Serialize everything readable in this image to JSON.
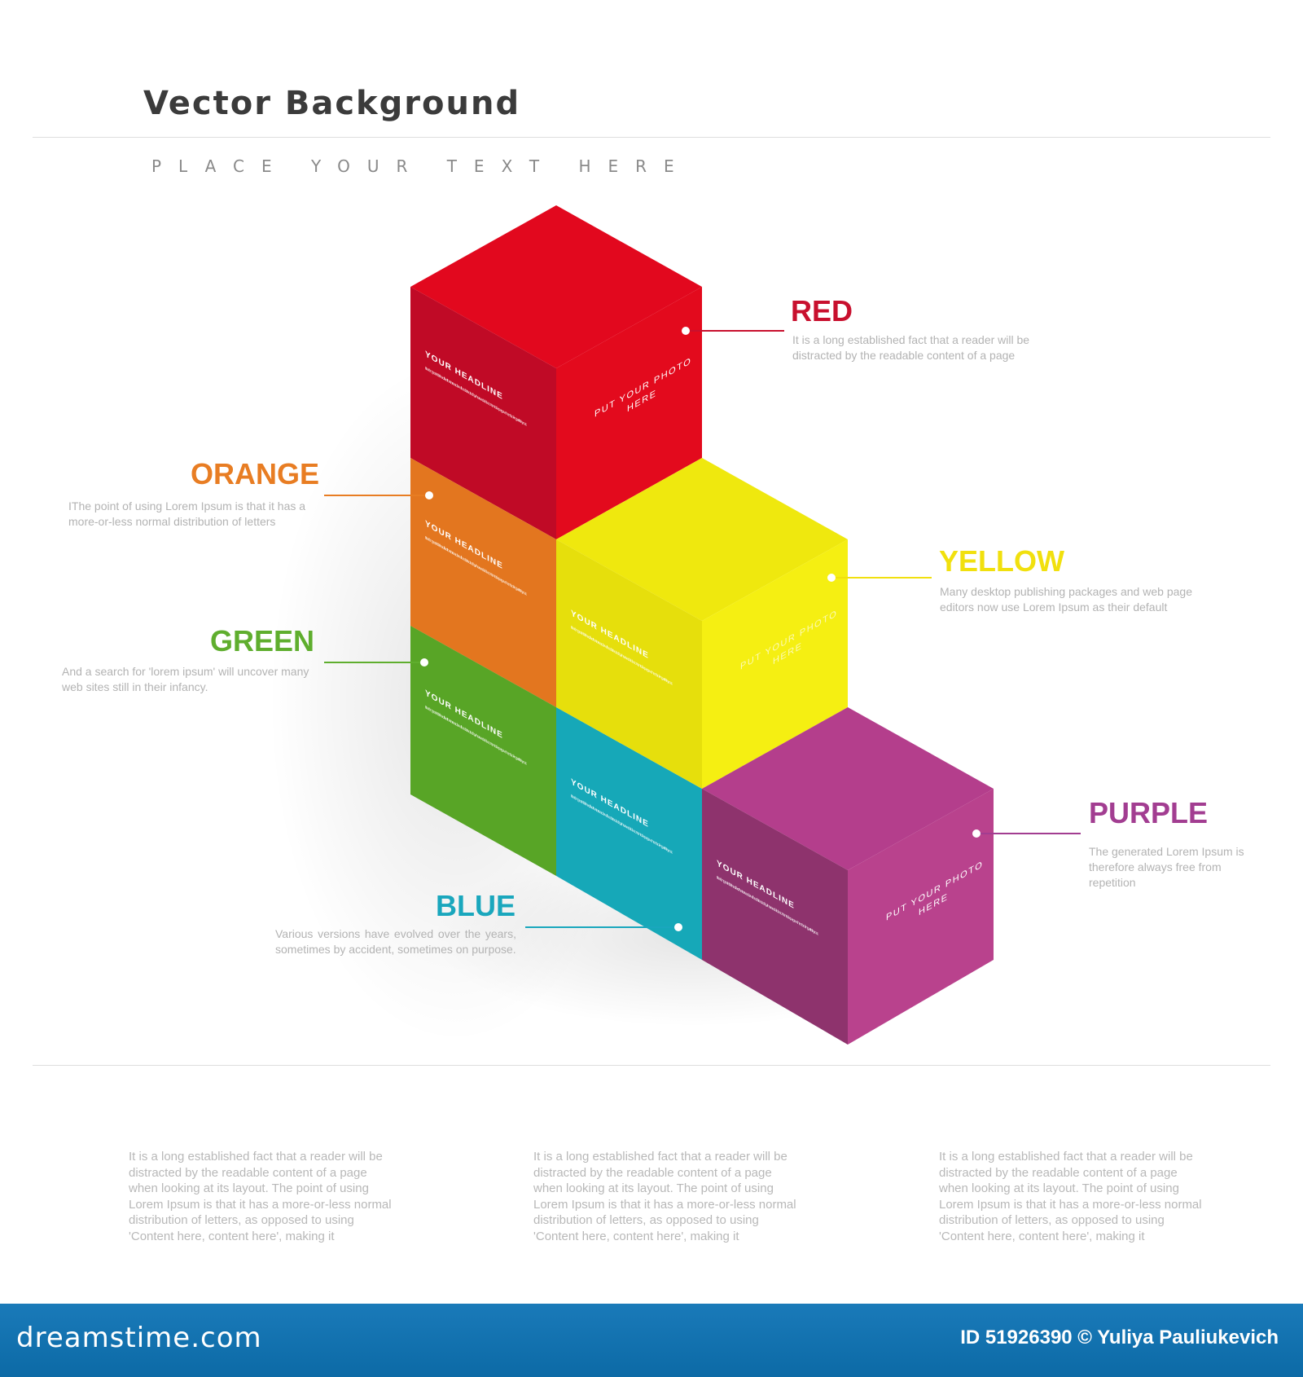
{
  "header": {
    "title": "Vector Background",
    "subtitle": "PLACE YOUR TEXT HERE"
  },
  "cube_face": {
    "headline": "YOUR HEADLINE",
    "body": "It is a long established fact that a reader will be distracted by the readable content of a page when looking at its layout.",
    "photo_line1": "PUT YOUR PHOTO",
    "photo_line2": "HERE"
  },
  "labels": {
    "red": {
      "name": "RED",
      "text": "It is a long established fact that a reader will be distracted by the readable content of a page",
      "color": "#c8102e"
    },
    "orange": {
      "name": "ORANGE",
      "text": "IThe point of using Lorem Ipsum is that it has a more-or-less normal distribution of letters",
      "color": "#e87d23"
    },
    "green": {
      "name": "GREEN",
      "text": "And a search for 'lorem ipsum' will uncover many web sites still in their infancy.",
      "color": "#5fae2e"
    },
    "yellow": {
      "name": "YELLOW",
      "text": "Many desktop publishing packages and web page editors now use Lorem Ipsum as their default",
      "color": "#f1e00e"
    },
    "purple": {
      "name": "PURPLE",
      "text": "The generated Lorem Ipsum is therefore always free from repetition",
      "color": "#a23d91"
    },
    "blue": {
      "name": "BLUE",
      "text": "Various versions have evolved over the years, sometimes by accident, sometimes on purpose.",
      "color": "#1aa7bd"
    }
  },
  "columns": [
    {
      "text": "It is a long established fact that a reader will be distracted by the readable content of a page when looking at its layout. The point of using Lorem Ipsum is that it has a more-or-less normal distribution of letters, as opposed to using 'Content here, content here', making it"
    },
    {
      "text": "It is a long established fact that a reader will be distracted by the readable content of a page when looking at its layout. The point of using Lorem Ipsum is that it has a more-or-less normal distribution of letters, as opposed to using 'Content here, content here', making it"
    },
    {
      "text": "It is a long established fact that a reader will be distracted by the readable content of a page when looking at its layout. The point of using Lorem Ipsum is that it has a more-or-less normal distribution of letters, as opposed to using 'Content here, content here', making it"
    }
  ],
  "footer": {
    "brand": "dreamstime.com",
    "credit": "ID 51926390 © Yuliya Pauliukevich"
  },
  "colors": {
    "red": "#c8102e",
    "orange": "#e87d23",
    "green": "#5fae2e",
    "yellow": "#f1e00e",
    "blue": "#1aa7bd",
    "purple": "#a23d91",
    "footer": "#1375b3"
  }
}
